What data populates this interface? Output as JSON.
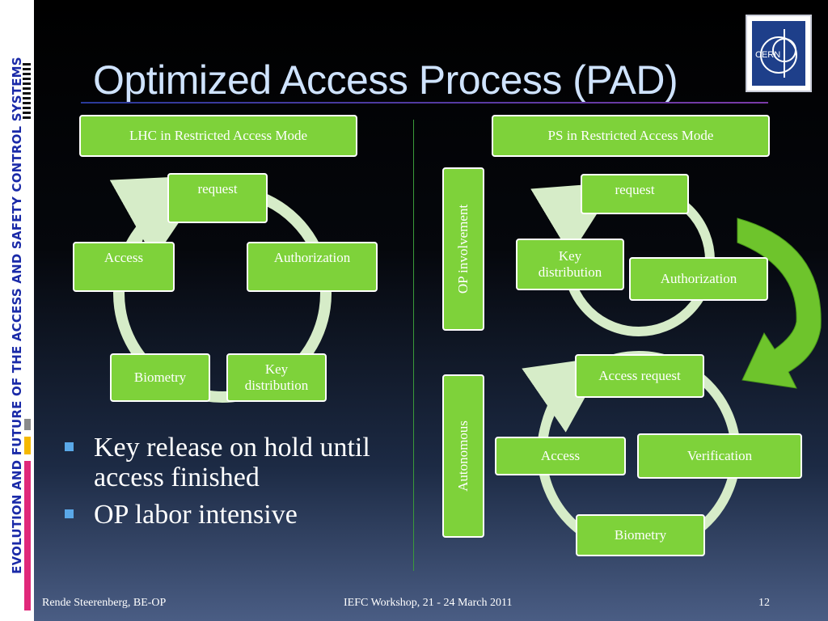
{
  "sidebar_text": "EVOLUTION AND FUTURE OF THE ACCESS AND SAFETY CONTROL SYSTEMS",
  "title": "Optimized Access Process (PAD)",
  "logo_text": "CERN",
  "left": {
    "header": "LHC in Restricted Access Mode",
    "cycle": {
      "request": "request",
      "authorization": "Authorization",
      "key_distribution": "Key distribution",
      "biometry": "Biometry",
      "access": "Access"
    }
  },
  "right": {
    "header": "PS in Restricted Access Mode",
    "op_label": "OP involvement",
    "auto_label": "Autonomous",
    "top_cycle": {
      "request": "request",
      "key_distribution": "Key distribution",
      "authorization": "Authorization"
    },
    "bottom_cycle": {
      "access_request": "Access request",
      "verification": "Verification",
      "biometry": "Biometry",
      "access": "Access"
    }
  },
  "bullets": [
    "Key release on hold until access finished",
    "OP labor intensive"
  ],
  "footer": {
    "author": "Rende Steerenberg, BE-OP",
    "event": "IEFC Workshop, 21 - 24 March 2011",
    "page": "12"
  },
  "colors": {
    "box_green": "#7ed23a",
    "title": "#cfe3ff",
    "sidebar_text": "#1a2aa8"
  }
}
